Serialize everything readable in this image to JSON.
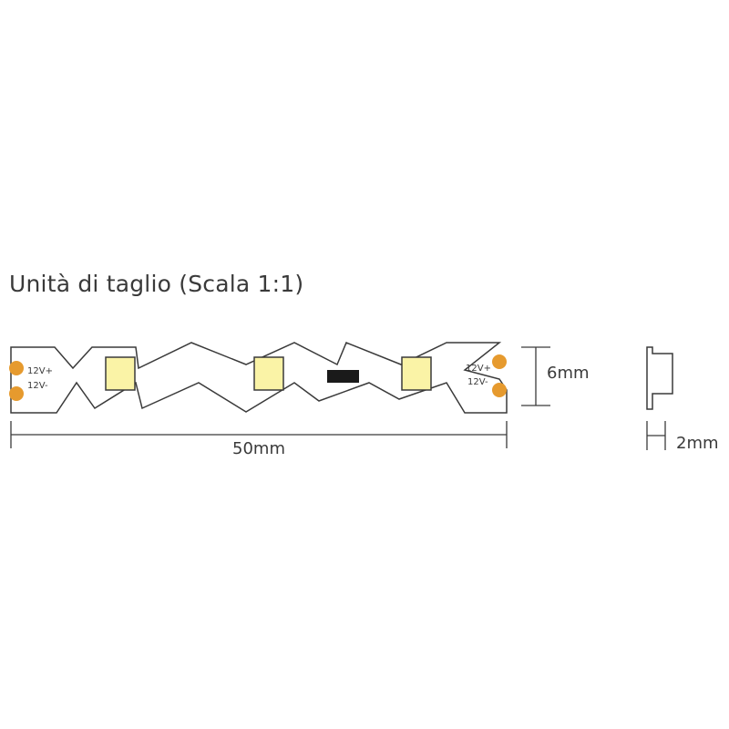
{
  "title": "Unità di taglio (Scala 1:1)",
  "dimensions": {
    "length": "50mm",
    "height": "6mm",
    "thickness": "2mm"
  },
  "pads": {
    "left": [
      "12V+",
      "12V-"
    ],
    "right": [
      "12V+",
      "12V-"
    ]
  },
  "colors": {
    "outline": "#3a3a3a",
    "pad": "#e69a2e",
    "led": "#faf3a6",
    "resistor": "#1a1a1a"
  }
}
